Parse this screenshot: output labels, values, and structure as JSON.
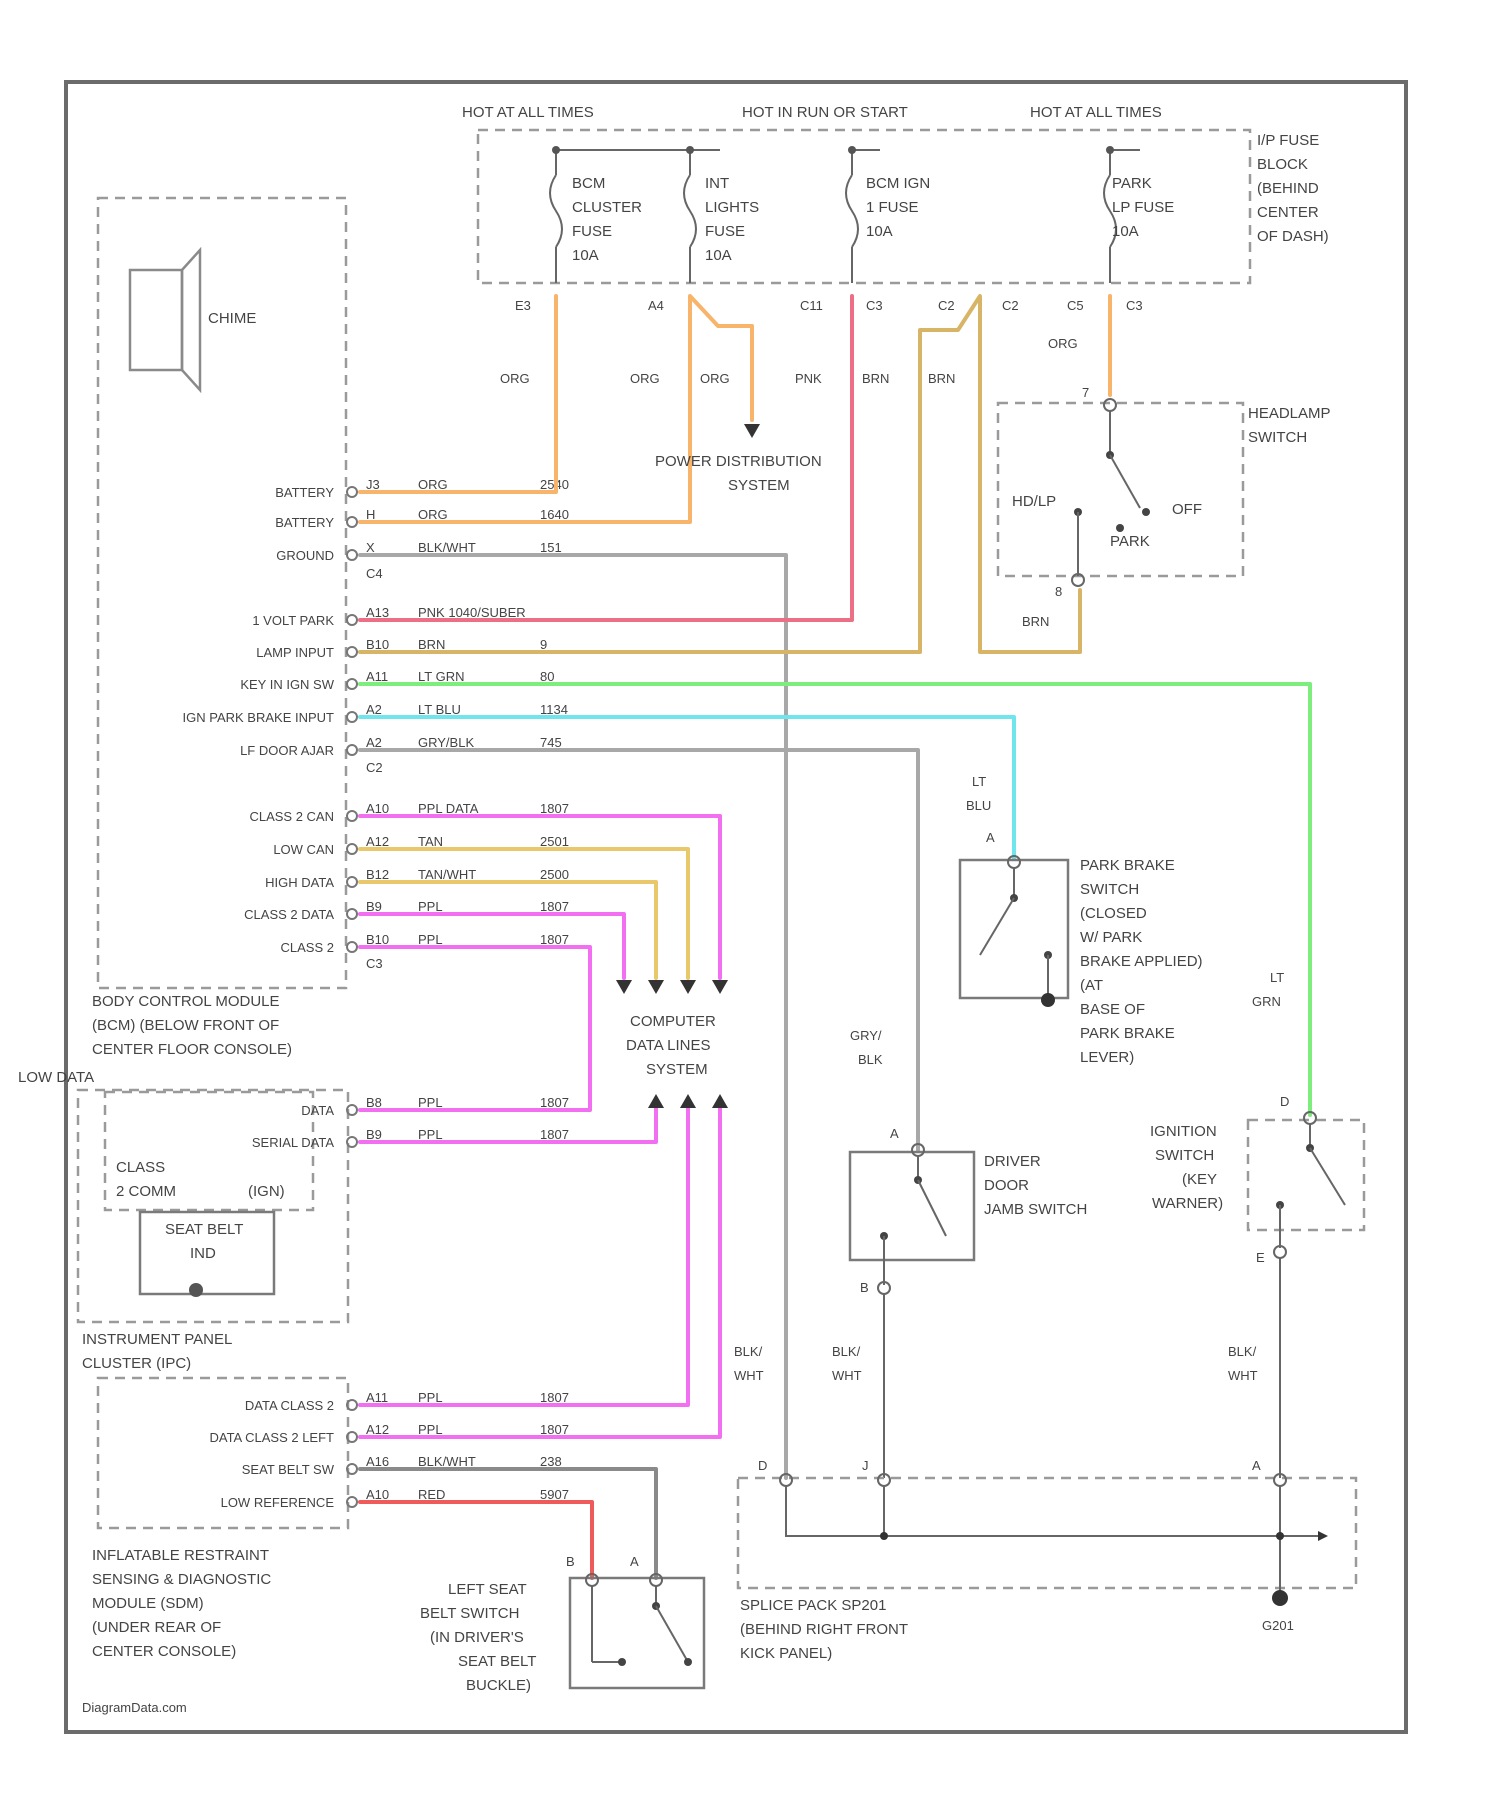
{
  "fuse_block": {
    "headers": [
      "HOT AT ALL TIMES",
      "HOT IN RUN OR START",
      "HOT AT ALL TIMES"
    ],
    "title": [
      "I/P FUSE",
      "BLOCK",
      "(BEHIND",
      "CENTER",
      "OF DASH)"
    ],
    "fuses": [
      {
        "lines": [
          "BCM",
          "CLUSTER",
          "FUSE",
          "10A"
        ]
      },
      {
        "lines": [
          "INT",
          "LIGHTS",
          "FUSE",
          "10A"
        ]
      },
      {
        "lines": [
          "BCM IGN",
          "1 FUSE",
          "10A"
        ]
      },
      {
        "lines": [
          "PARK",
          "LP FUSE",
          "10A"
        ]
      }
    ],
    "connectors": [
      "E3",
      "A4",
      "C11",
      "C3",
      "C2",
      "C2",
      "C5",
      "C3"
    ]
  },
  "power_distribution": [
    "POWER DISTRIBUTION",
    "SYSTEM"
  ],
  "top_wire_labels": [
    "ORG",
    "ORG",
    "ORG",
    "PNK",
    "BRN",
    "BRN",
    "ORG"
  ],
  "chime_label": "CHIME",
  "bcm": {
    "pins": [
      {
        "name": "BATTERY",
        "pin": "J3",
        "color": "ORG",
        "circuit": "2540"
      },
      {
        "name": "BATTERY",
        "pin": "H",
        "color": "ORG",
        "circuit": "1640"
      },
      {
        "name": "GROUND",
        "pin": "X",
        "color": "BLK/WHT",
        "circuit": "151"
      },
      {
        "name": "1 VOLT PARK",
        "pin": "A13",
        "color": "PNK 1040/SUBER",
        "circuit": ""
      },
      {
        "name": "LAMP INPUT",
        "pin": "B10",
        "color": "BRN",
        "circuit": "9"
      },
      {
        "name": "KEY IN IGN SW",
        "pin": "A11",
        "color": "LT GRN",
        "circuit": "80"
      },
      {
        "name": "IGN PARK BRAKE INPUT",
        "pin": "A2",
        "color": "LT BLU",
        "circuit": "1134"
      },
      {
        "name": "LF DOOR AJAR",
        "pin": "A2",
        "color": "GRY/BLK",
        "circuit": "745"
      },
      {
        "name": "CLASS 2 CAN",
        "pin": "A10",
        "color": "PPL DATA",
        "circuit": "1807"
      },
      {
        "name": "LOW CAN",
        "pin": "A12",
        "color": "TAN",
        "circuit": "2501"
      },
      {
        "name": "HIGH DATA",
        "pin": "B12",
        "color": "TAN/WHT",
        "circuit": "2500"
      },
      {
        "name": "CLASS 2 DATA",
        "pin": "B9",
        "color": "PPL",
        "circuit": "1807"
      },
      {
        "name": "CLASS 2",
        "pin": "B10",
        "color": "PPL",
        "circuit": "1807"
      }
    ],
    "connector_tags": [
      "C4",
      "C2",
      "C3"
    ],
    "title": [
      "BODY CONTROL MODULE",
      "(BCM) (BELOW FRONT OF",
      "CENTER FLOOR CONSOLE)"
    ]
  },
  "ipc": {
    "side_label": "LOW DATA",
    "pins": [
      {
        "name": "DATA",
        "pin": "B8",
        "color": "PPL",
        "circuit": "1807"
      },
      {
        "name": "SERIAL DATA",
        "pin": "B9",
        "color": "PPL",
        "circuit": "1807"
      }
    ],
    "class2": [
      "CLASS",
      "2 COMM",
      "(IGN)"
    ],
    "seatbelt_ind": [
      "SEAT BELT",
      "IND"
    ],
    "title": [
      "INSTRUMENT PANEL",
      "CLUSTER (IPC)"
    ]
  },
  "data_lines_system": [
    "COMPUTER",
    "DATA LINES",
    "SYSTEM"
  ],
  "sdm": {
    "pins": [
      {
        "name": "DATA CLASS 2",
        "pin": "A11",
        "color": "PPL",
        "circuit": "1807"
      },
      {
        "name": "DATA CLASS 2 LEFT",
        "pin": "A12",
        "color": "PPL",
        "circuit": "1807"
      },
      {
        "name": "SEAT BELT SW",
        "pin": "A16",
        "color": "BLK/WHT",
        "circuit": "238"
      },
      {
        "name": "LOW REFERENCE",
        "pin": "A10",
        "color": "RED",
        "circuit": "5907"
      }
    ],
    "title": [
      "INFLATABLE RESTRAINT",
      "SENSING & DIAGNOSTIC",
      "MODULE (SDM)",
      "(UNDER REAR OF",
      "CENTER CONSOLE)"
    ]
  },
  "headlamp_switch": {
    "title": [
      "HEADLAMP",
      "SWITCH"
    ],
    "positions": [
      "HD/LP",
      "OFF",
      "PARK"
    ],
    "wire_in": "ORG",
    "wire_out": "BRN",
    "pins": [
      "7",
      "8"
    ]
  },
  "park_brake_switch": {
    "wire": [
      "LT",
      "BLU"
    ],
    "pin": "A",
    "title": [
      "PARK BRAKE",
      "SWITCH",
      "(CLOSED",
      "W/ PARK",
      "BRAKE APPLIED)",
      "(AT",
      "BASE OF",
      "PARK BRAKE",
      "LEVER)"
    ]
  },
  "door_jamb_switch": {
    "wire": [
      "GRY/",
      "BLK"
    ],
    "title": [
      "DRIVER",
      "DOOR",
      "JAMB SWITCH"
    ],
    "pins": [
      "A",
      "B"
    ]
  },
  "ignition_switch": {
    "wire": [
      "LT",
      "GRN"
    ],
    "title": [
      "IGNITION",
      "SWITCH",
      "(KEY",
      "WARNER)"
    ],
    "pins": [
      "D",
      "E"
    ]
  },
  "seatbelt_switch": {
    "title": [
      "LEFT SEAT",
      "BELT SWITCH",
      "(IN DRIVER'S",
      "SEAT BELT",
      "BUCKLE)"
    ],
    "pins": [
      "B",
      "A"
    ]
  },
  "splice_pack": {
    "title": [
      "SPLICE PACK SP201",
      "(BEHIND RIGHT FRONT",
      "KICK PANEL)"
    ],
    "pins": [
      "D",
      "J",
      "A"
    ],
    "ground": "G201",
    "wires": [
      [
        "BLK/",
        "WHT"
      ],
      [
        "BLK/",
        "WHT"
      ],
      [
        "BLK/",
        "WHT"
      ]
    ]
  },
  "footer": "DiagramData.com",
  "colors": {
    "org": "#f7b46a",
    "pnk": "#ec6f86",
    "brn": "#d8b566",
    "grn": "#7ded7d",
    "blu": "#6fe6ee",
    "gry": "#a8a8a8",
    "ppl": "#f26ff2",
    "tan": "#e8c86a",
    "red": "#ef5b5b"
  }
}
